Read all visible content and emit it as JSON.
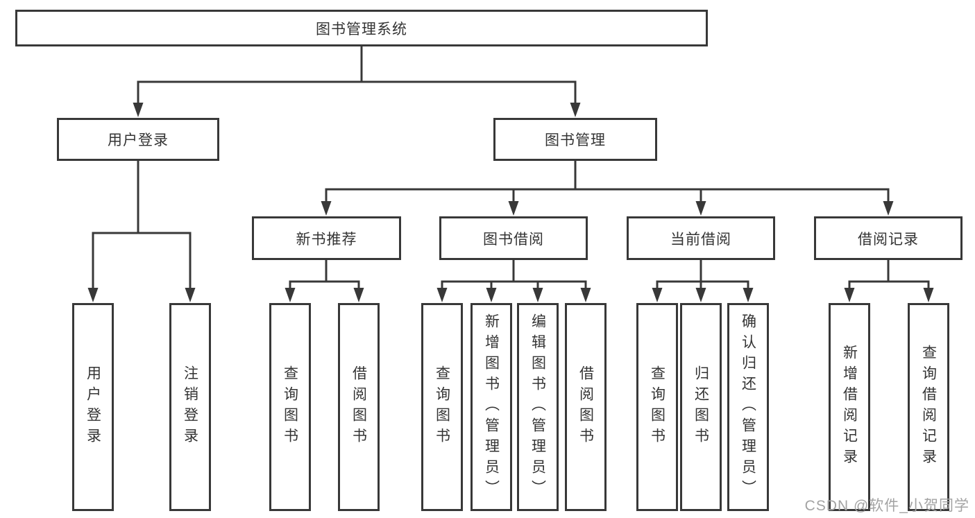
{
  "tree": {
    "root": {
      "label": "图书管理系统"
    },
    "branches": [
      {
        "label": "用户登录",
        "children": [
          {
            "label": "用户登录"
          },
          {
            "label": "注销登录"
          }
        ]
      },
      {
        "label": "图书管理",
        "children": [
          {
            "label": "新书推荐",
            "children": [
              {
                "label": "查询图书"
              },
              {
                "label": "借阅图书"
              }
            ]
          },
          {
            "label": "图书借阅",
            "children": [
              {
                "label": "查询图书"
              },
              {
                "label": "新增图书（管理员）"
              },
              {
                "label": "编辑图书（管理员）"
              },
              {
                "label": "借阅图书"
              }
            ]
          },
          {
            "label": "当前借阅",
            "children": [
              {
                "label": "查询图书"
              },
              {
                "label": "归还图书"
              },
              {
                "label": "确认归还（管理员）"
              }
            ]
          },
          {
            "label": "借阅记录",
            "children": [
              {
                "label": "新增借阅记录"
              },
              {
                "label": "查询借阅记录"
              }
            ]
          }
        ]
      }
    ]
  },
  "watermark": {
    "label": "CSDN @软件_小贺同学"
  },
  "colors": {
    "line": "#383838",
    "text": "#333333",
    "watermark": "#a3a3a3",
    "background": "#ffffff"
  }
}
